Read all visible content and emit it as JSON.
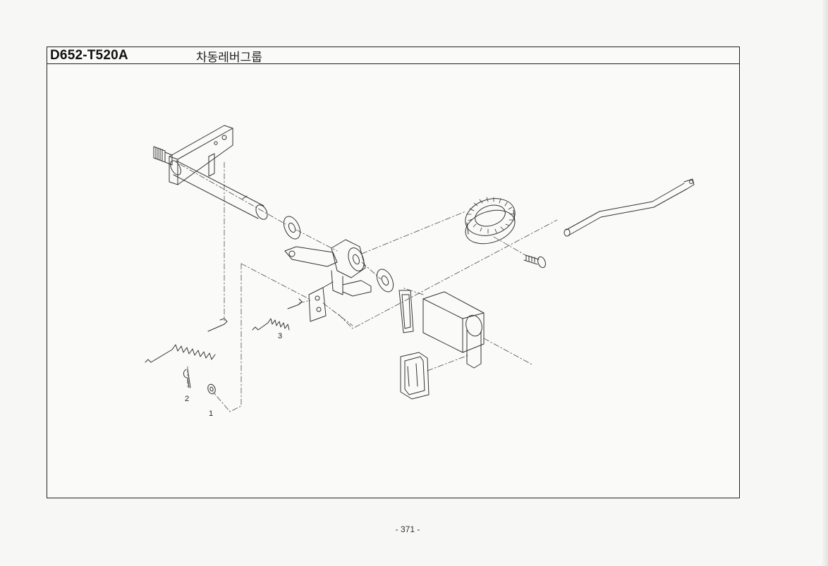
{
  "header": {
    "part_code": "D652-T520A",
    "group_title": "차동레버그룹"
  },
  "callouts": [
    {
      "id": "1",
      "label": "1"
    },
    {
      "id": "2",
      "label": "2"
    },
    {
      "id": "3",
      "label": "3"
    }
  ],
  "footer": {
    "page_number": "- 371 -"
  }
}
